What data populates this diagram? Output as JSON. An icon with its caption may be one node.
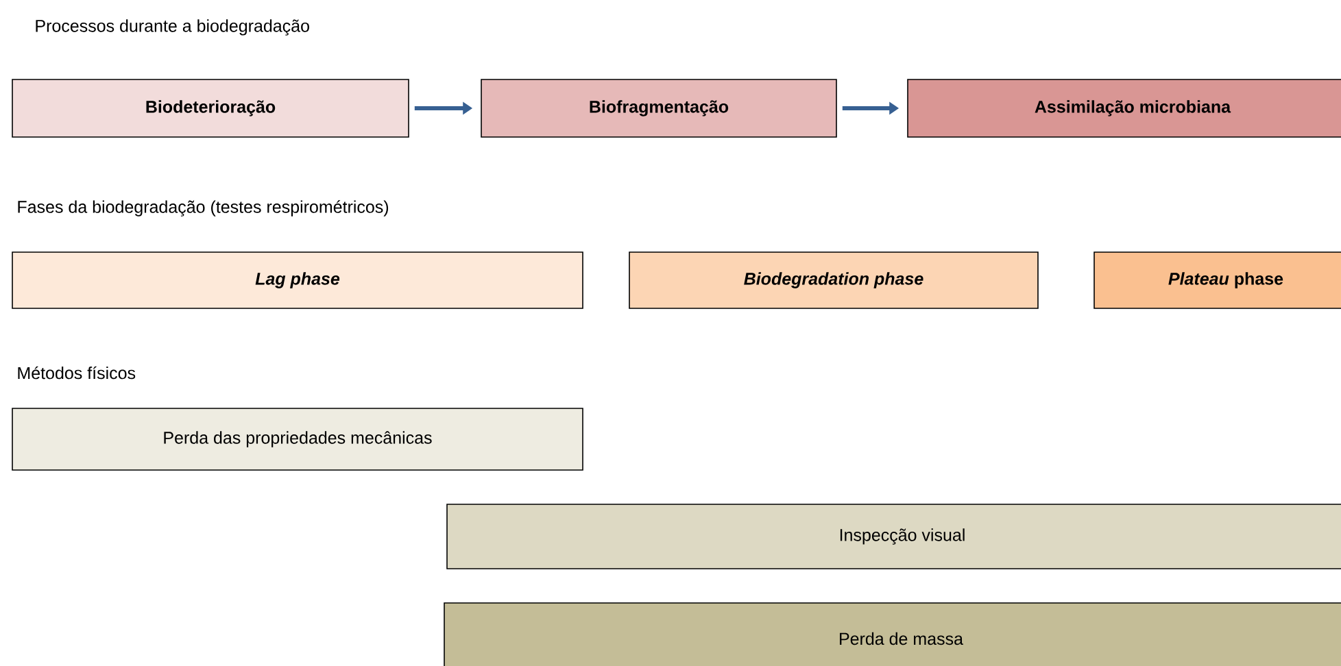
{
  "diagram": {
    "nodes": [
      {
        "text": [
          "Biodeterioração"
        ]
      },
      {
        "text": [
          "Biofragmentação"
        ]
      },
      {
        "text": [
          "Assimilação microbiana"
        ]
      },
      {
        "text": [
          "Lag phase"
        ]
      },
      {
        "text": [
          "Biodegradation phase"
        ]
      },
      {
        "text": [
          "*Plateau* phase"
        ]
      },
      {
        "text": [
          "Perda das propriedades mecânicas"
        ]
      },
      {
        "text": [
          "Inspecção visual"
        ]
      },
      {
        "text": [
          "Perda de massa"
        ]
      }
    ],
    "edges": [
      {
        "from": 0,
        "to": 1,
        "arrow": "to"
      },
      {
        "from": 1,
        "to": 2,
        "arrow": "to"
      }
    ],
    "labels": [
      "Processos durante a biodegradação",
      "Fases da biodegradação (testes respirométricos)",
      "Métodos físicos"
    ]
  }
}
